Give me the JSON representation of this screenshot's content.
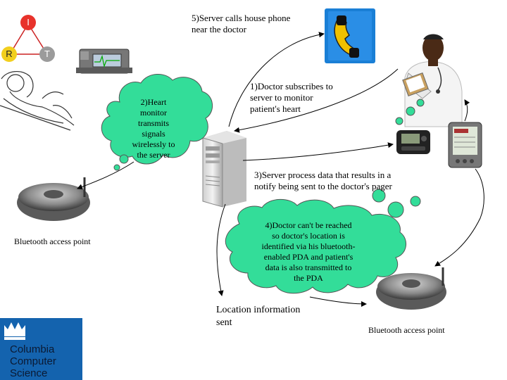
{
  "labels": {
    "step5": [
      "5)Server calls house phone",
      "near the doctor"
    ],
    "step1": [
      "1)Doctor subscribes to",
      "server to monitor",
      "patient's heart"
    ],
    "step2": [
      "2)Heart",
      "monitor",
      "transmits",
      "signals",
      "wirelessly to",
      "the server"
    ],
    "step3": [
      "3)Server process data that results in a",
      "notify being sent to the doctor's pager"
    ],
    "step4": [
      "4)Doctor can't be reached",
      "so doctor's location is",
      "identified via his bluetooth-",
      "enabled PDA and patient's",
      "data is also transmitted to",
      "the PDA"
    ],
    "location": [
      "Location information",
      "sent"
    ],
    "bt_left": "Bluetooth access point",
    "bt_right": "Bluetooth access point"
  },
  "triangle": {
    "top": "I",
    "left": "R",
    "right": "T"
  },
  "logo": {
    "lines": [
      "Columbia",
      "Computer",
      "Science"
    ]
  },
  "colors": {
    "bubble_fill": "#33dd99",
    "triangle_top": "#e8322b",
    "triangle_left": "#f2cf1e",
    "triangle_right": "#9b9b9b",
    "phone_bg": "#1a7fd6",
    "phone_handset": "#f0c000",
    "logo_bg": "#1463ae"
  },
  "icons": [
    "phone-icon",
    "heart-monitor-icon",
    "patient-in-bed-icon",
    "server-tower-icon",
    "doctor-icon",
    "pager-icon",
    "pda-icon",
    "bluetooth-access-point-icon",
    "columbia-crown-icon"
  ]
}
